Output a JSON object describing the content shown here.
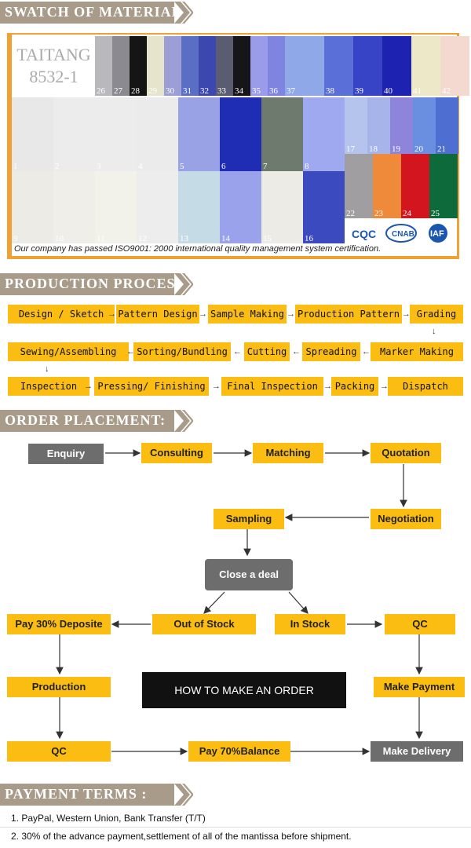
{
  "sections": {
    "swatch": "SWATCH OF MATERIAL:",
    "production": "PRODUCTION PROCESS:",
    "order": "ORDER PLACEMENT:",
    "payment": "PAYMENT TERMS :"
  },
  "swatch": {
    "brand": "TAITANG",
    "code": "8532-1",
    "iso_note": "Our company has passed ISO9001: 2000 international quality management system certification.",
    "certs": [
      "CQC",
      "CNAB",
      "IAF"
    ],
    "top_row": [
      "26",
      "27",
      "28",
      "29",
      "30",
      "31",
      "32",
      "33",
      "34",
      "35",
      "36",
      "37",
      "38",
      "39",
      "40",
      "41",
      "42"
    ],
    "mid_row": [
      "1",
      "2",
      "3",
      "4",
      "5",
      "6",
      "7",
      "8"
    ],
    "bottom_row": [
      "9",
      "10",
      "11",
      "12",
      "13",
      "14",
      "15",
      "16"
    ],
    "right_top": [
      "17",
      "18",
      "19",
      "20",
      "21"
    ],
    "right_bottom": [
      "22",
      "23",
      "24",
      "25"
    ]
  },
  "production": {
    "row1": [
      "Design / Sketch",
      "Pattern Design",
      "Sample Making",
      "Production Pattern",
      "Grading"
    ],
    "row2": [
      "Sewing/Assembling",
      "Sorting/Bundling",
      "Cutting",
      "Spreading",
      "Marker Making"
    ],
    "row3": [
      "Inspection",
      "Pressing/ Finishing",
      "Final Inspection",
      "Packing",
      "Dispatch"
    ]
  },
  "order": {
    "enquiry": "Enquiry",
    "consulting": "Consulting",
    "matching": "Matching",
    "quotation": "Quotation",
    "sampling": "Sampling",
    "negotiation": "Negotiation",
    "close_deal": "Close a deal",
    "pay_deposit": "Pay 30% Deposite",
    "out_of_stock": "Out of Stock",
    "in_stock": "In Stock",
    "qc_right": "QC",
    "production": "Production",
    "make_payment": "Make Payment",
    "qc_left": "QC",
    "pay_balance": "Pay 70%Balance",
    "make_delivery": "Make Delivery",
    "how_to": "HOW TO MAKE AN ORDER"
  },
  "payment": {
    "items": [
      "1. PayPal, Western Union, Bank Transfer (T/T)",
      "2. 30% of the advance payment,settlement of all of the mantissa before shipment."
    ]
  },
  "colors": {
    "banner": "#a89b89",
    "box": "#fbbd12",
    "gray": "#6d6d6d",
    "frame": "#f1a033"
  }
}
